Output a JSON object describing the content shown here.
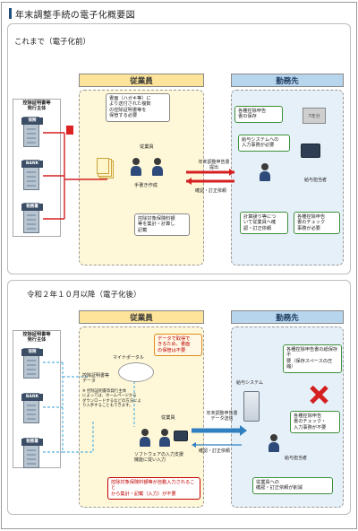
{
  "title": "年末調整手続の電子化概要図",
  "before": {
    "section_label": "これまで（電子化前）",
    "employee_head": "従業員",
    "employer_head": "勤務先",
    "issuer_title": "控除証明書等\n発行主体",
    "issuer_labels": [
      "保険",
      "BANK",
      "税務署"
    ],
    "doc_note": "書面（ハガキ等）に\nより送付された複数\nの控除証明書等を\n保管する必要",
    "employee_label": "従業員",
    "handwrite_label": "手書き作成",
    "calc_note": "控除対象保険料額\n等を集計・計算し\n記載",
    "submit_label": "年末調整申告書\n提出",
    "confirm_label": "確認・訂正依頼",
    "storage_note": "各種控除申告\n書の保存",
    "box_label": "7年分",
    "input_note": "給与システムへの\n入力事務が必要",
    "payroll_label": "給与担当者",
    "calc_error_note": "計算誤り等につ\nいて従業員へ確\n認・訂正依頼",
    "check_note": "各種控除申告\n書のチェック\n事務が必要"
  },
  "after": {
    "section_label": "令和２年１０月以降（電子化後）",
    "employee_head": "従業員",
    "employer_head": "勤務先",
    "issuer_title": "控除証明書等\n発行主体",
    "issuer_labels": [
      "保険",
      "BANK",
      "税務署"
    ],
    "data_note": "データで取得で\nきるため、書面\nの保管は不要",
    "portal_label": "マイナポータル",
    "data_label": "控除証明書等\nデータ",
    "portal_note": "※ 控除証明書等発行主体\nによっては、ホームページから\nダウンロードするなどの方法によ\nり入手することもできます。",
    "employee_label": "従業員",
    "software_label": "ソフトウェアの入力支援\n機能に従い入力",
    "auto_note": "控除対象保険料額等が自動入力されること\nから集計・記載（入力）が不要",
    "submit_label": "年末調整申告書\nデータ送信",
    "confirm_label": "確認・訂正依頼",
    "storage_note": "各種控除申告書の紙保存不\n要（保存スペースの圧縮）",
    "system_label": "給与システム",
    "check_note": "各種控除申告\n書のチェック・\n入力事務が不要",
    "payroll_label": "給与担当者",
    "less_note": "従業員への\n確認・訂正依頼が削減"
  },
  "colors": {
    "yellow_head": "#fde49a",
    "blue_head": "#b8d5ee",
    "red_arrow": "#d42020",
    "blue_arrow": "#2f7fc1",
    "green_border": "#3d8f3d",
    "orange_border": "#e08a1e"
  }
}
